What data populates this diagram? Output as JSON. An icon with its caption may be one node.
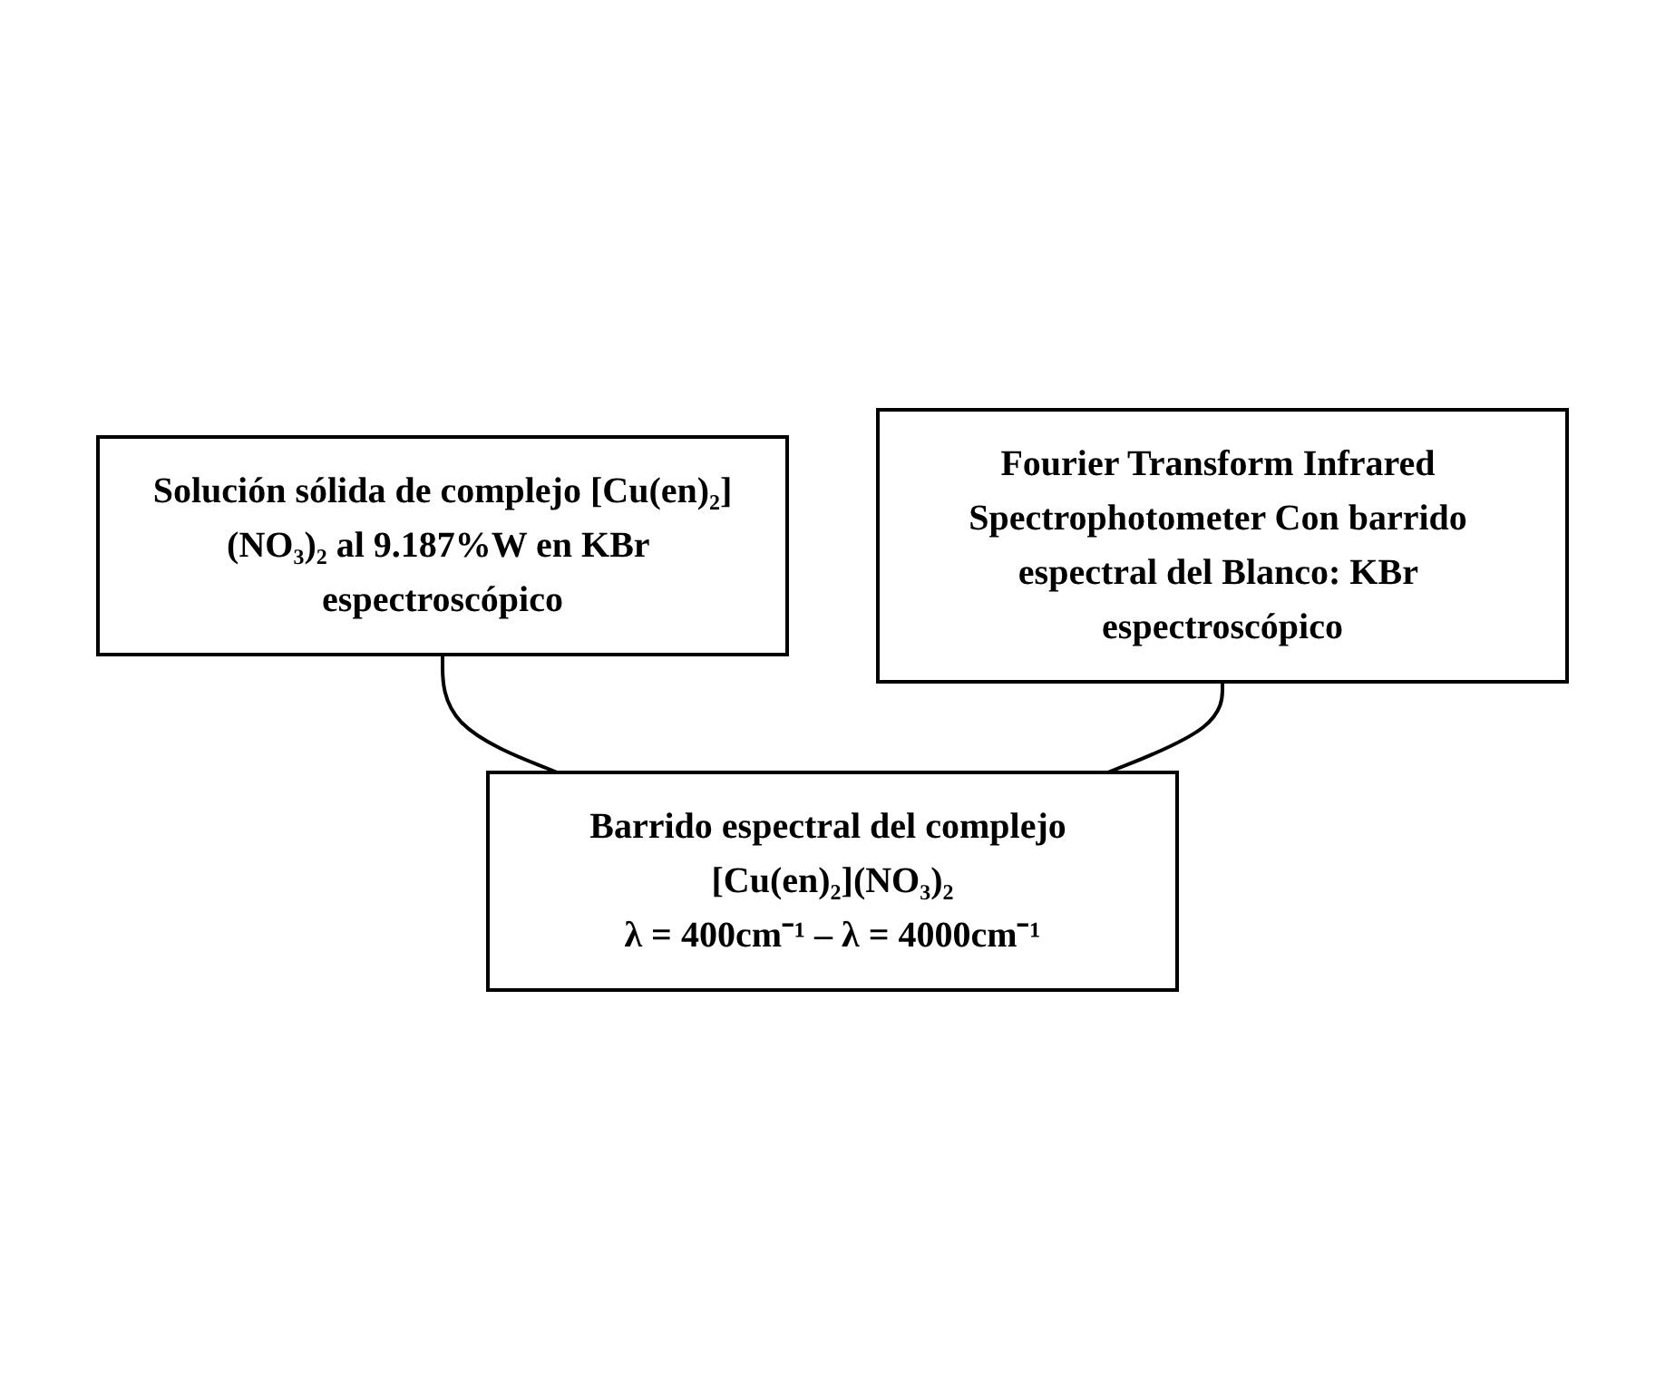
{
  "diagram": {
    "nodes": [
      {
        "text": [
          "Solución sólida de complejo [Cu(en)₂](NO₃)₂ al 9.187%W en KBr espectroscópico"
        ]
      },
      {
        "text": [
          "Fourier Transform Infrared Spectrophotometer Con barrido espectral del Blanco: KBr espectroscópico"
        ]
      },
      {
        "text": [
          "Barrido espectral del complejo [Cu(en)₂](NO₃)₂",
          "λ = 400cm⁻¹ – λ = 4000cm⁻¹"
        ]
      }
    ],
    "edges": [
      {
        "from": 0,
        "to": 2,
        "arrow": "none"
      },
      {
        "from": 1,
        "to": 2,
        "arrow": "none"
      }
    ]
  }
}
